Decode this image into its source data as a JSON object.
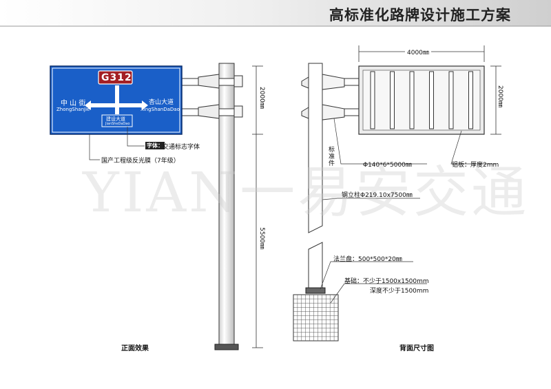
{
  "header": {
    "title": "高标准化路牌设计施工方案"
  },
  "front": {
    "route_badge": "G312",
    "left_dest_cn": "中 山 街",
    "left_dest_py": "ZhongShanJie",
    "right_dest_cn": "杏山大道",
    "right_dest_py": "XingShanDaDao",
    "bottom_dest_cn": "建设大道",
    "bottom_dest_py": "JianSheDaDao",
    "font_tag": "字体：",
    "font_label": "交通标志字体",
    "film_label": "国产工程级反光膜（7年级）",
    "dim_sign_height": "2000㎜",
    "dim_pole_height": "5500㎜",
    "caption": "正面效果"
  },
  "back": {
    "dim_width": "4000㎜",
    "dim_height": "2000㎜",
    "std_part_label": "标准件",
    "arm_label": "Φ140*6*5000㎜",
    "plate_label": "铝板：厚度2mm",
    "pole_label": "钢立柱Φ219.10x7500㎜",
    "flange_label": "法兰盘：500*500*20㎜",
    "foundation_label": "基础：不少于1500x1500mm",
    "depth_label": "深度不少于1500mm",
    "caption": "背面尺寸图"
  },
  "watermark": "YIAN一易安交通",
  "colors": {
    "sign_blue": "#1a5fc8",
    "badge_red": "#a31f24",
    "title_band": "#d9d9d9"
  }
}
